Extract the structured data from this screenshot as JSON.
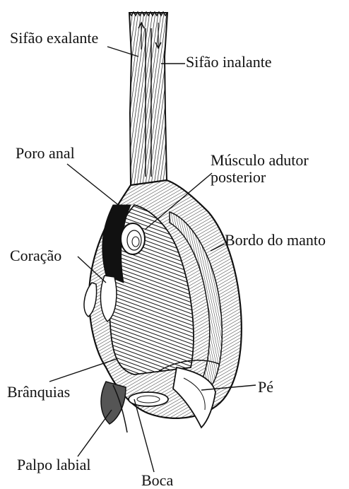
{
  "labels": {
    "sifao_exalante": "Sifão exalante",
    "sifao_inalante": "Sifão inalante",
    "poro_anal": "Poro anal",
    "musculo_adutor_line1": "Músculo adutor",
    "musculo_adutor_line2": "posterior",
    "bordo_do_manto": "Bordo do manto",
    "coracao": "Coração",
    "branquias": "Brânquias",
    "pe": "Pé",
    "palpo_labial": "Palpo labial",
    "boca": "Boca"
  },
  "colors": {
    "ink": "#111111",
    "paper": "#ffffff"
  }
}
